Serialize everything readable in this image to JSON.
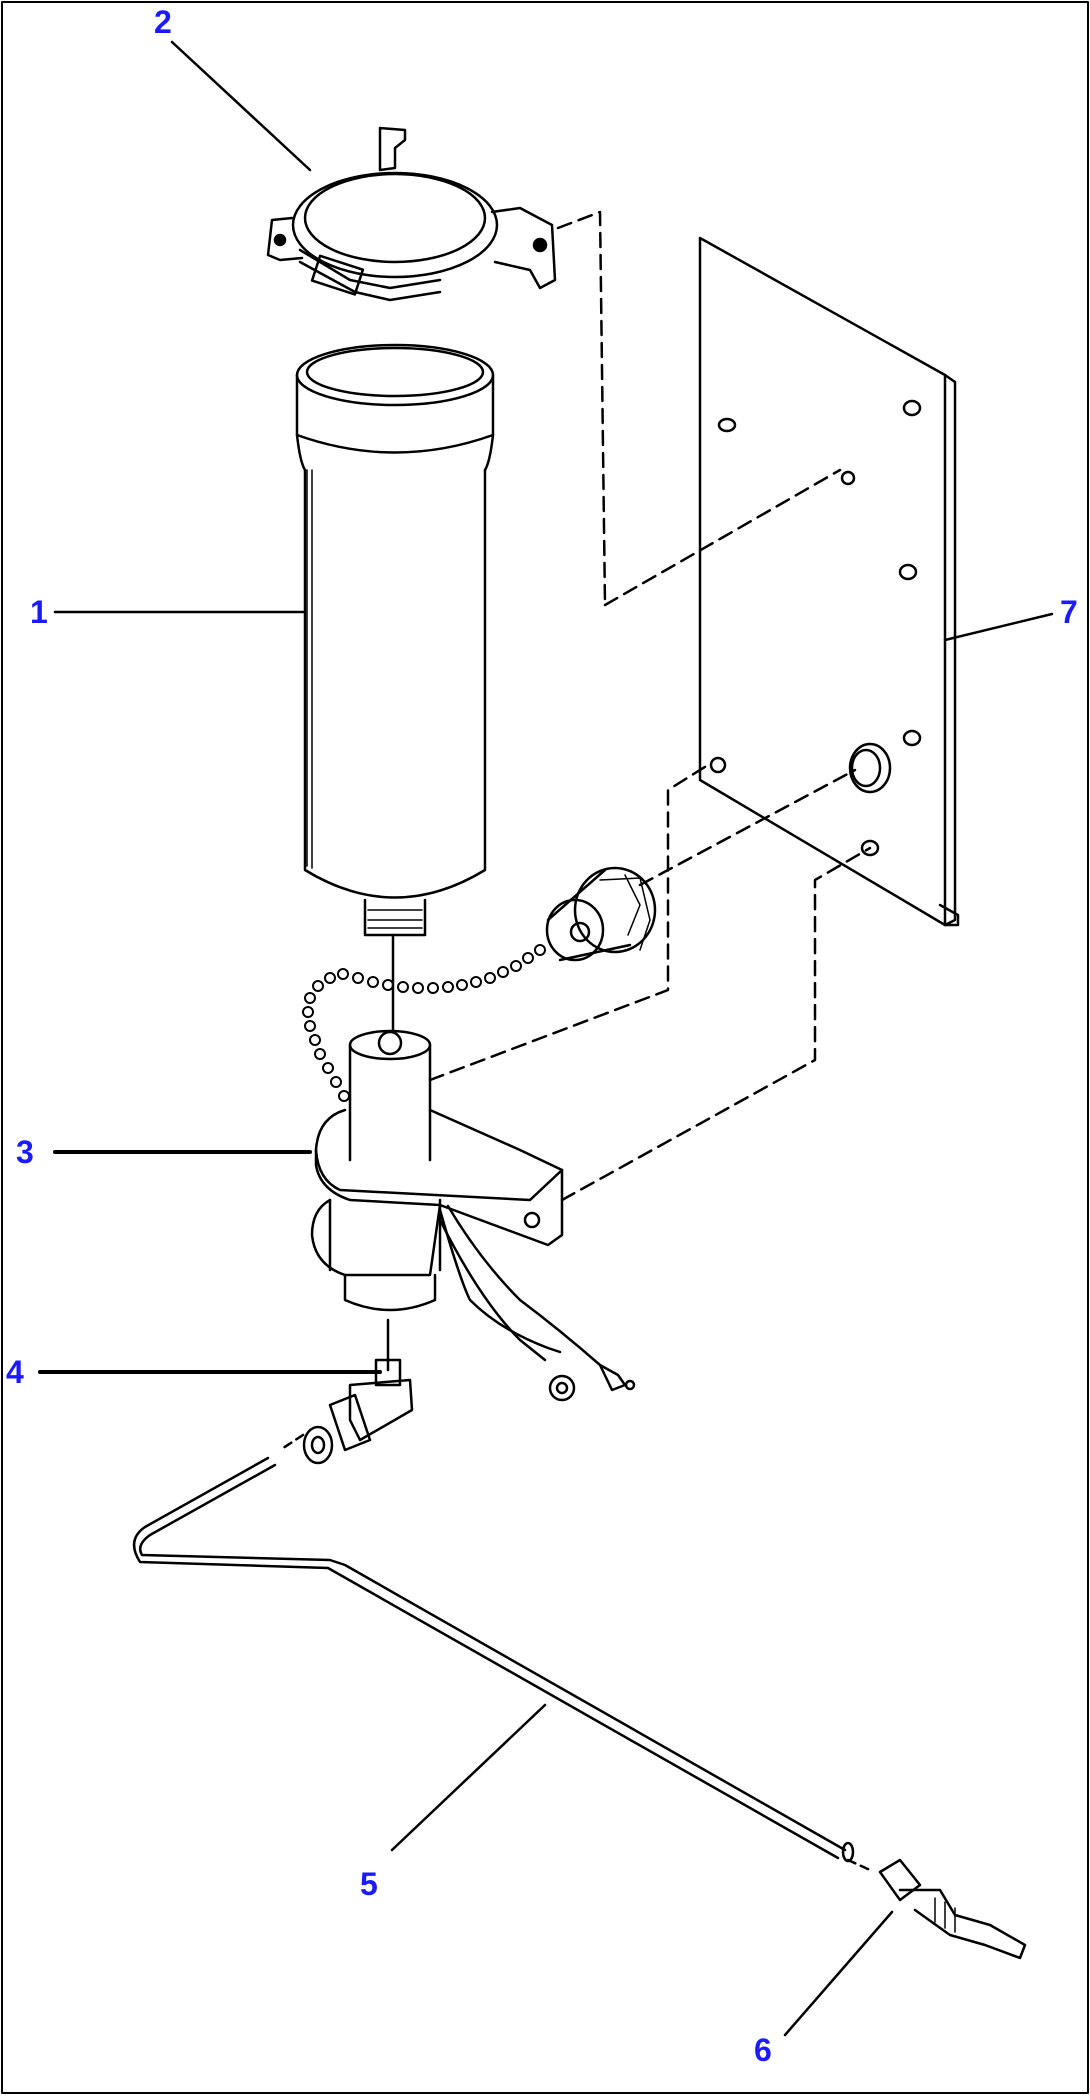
{
  "diagram": {
    "callouts": [
      {
        "id": "callout-1",
        "label": "1"
      },
      {
        "id": "callout-2",
        "label": "2"
      },
      {
        "id": "callout-3",
        "label": "3"
      },
      {
        "id": "callout-4",
        "label": "4"
      },
      {
        "id": "callout-5",
        "label": "5"
      },
      {
        "id": "callout-6",
        "label": "6"
      },
      {
        "id": "callout-7",
        "label": "7"
      }
    ],
    "colors": {
      "callout_text": "#1a1aff",
      "line_art": "#000000",
      "background": "#ffffff"
    }
  }
}
